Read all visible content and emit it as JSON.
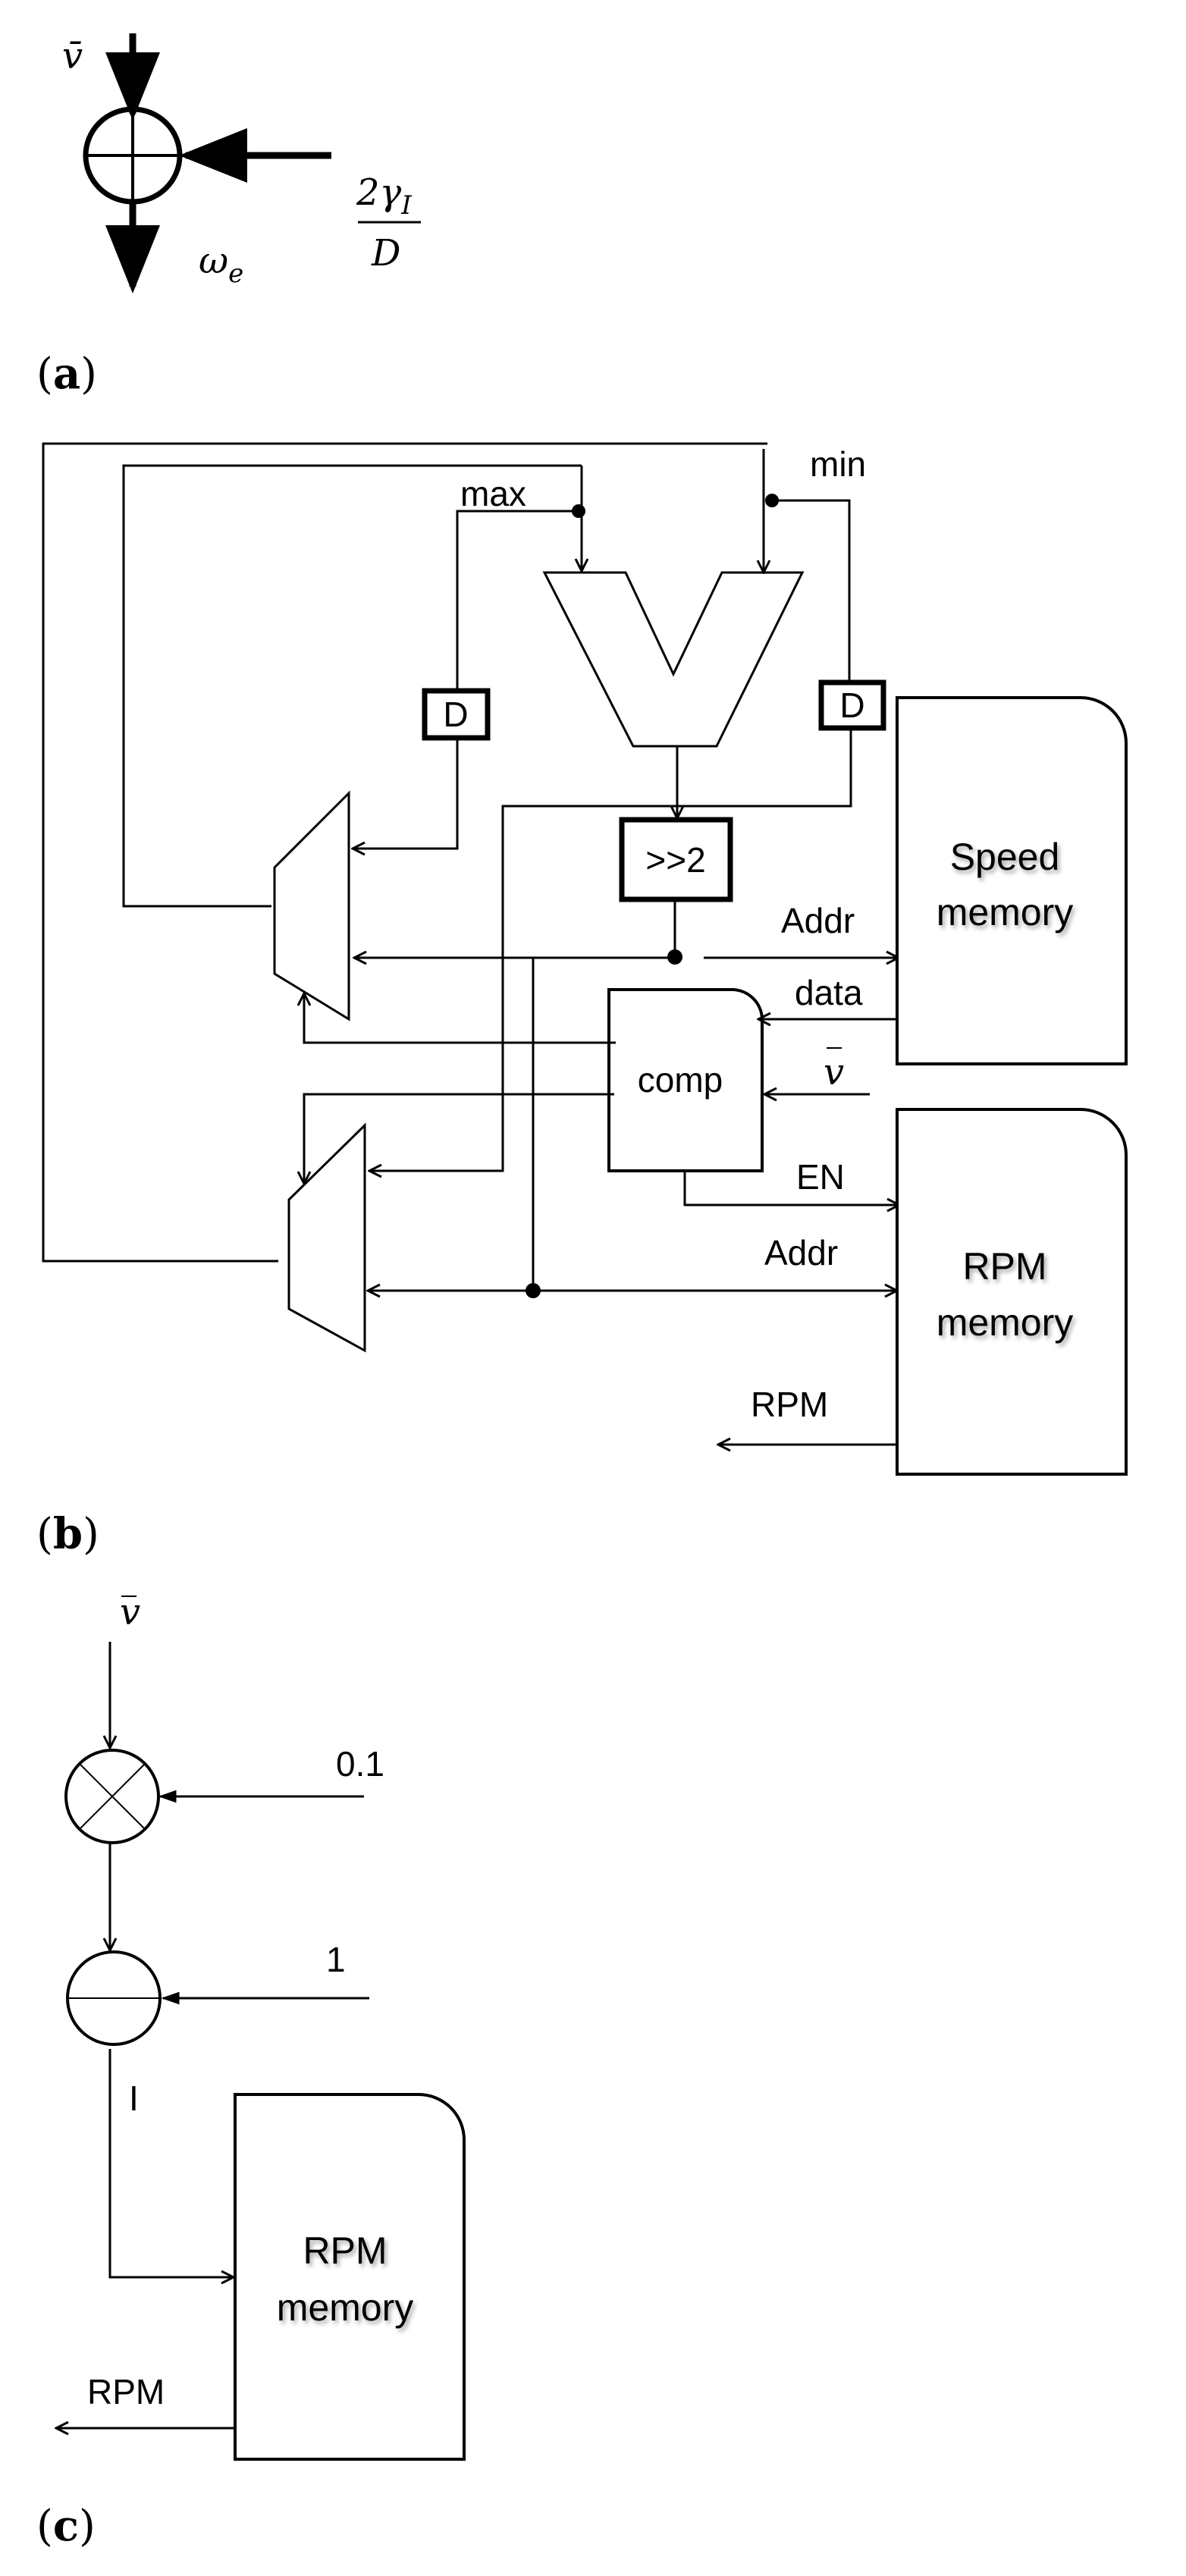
{
  "panel_a": {
    "label_open": "(",
    "label_letter": "a",
    "label_close": ")",
    "input_top": "v̄",
    "input_right_numerator_main": "2γ",
    "input_right_numerator_sub": "I",
    "input_right_denominator": "D",
    "output_main": "ω",
    "output_sub": "e"
  },
  "panel_b": {
    "label_open": "(",
    "label_letter": "b",
    "label_close": ")",
    "max_label": "max",
    "min_label": "min",
    "delay_left": "D",
    "delay_right": "D",
    "shift_label": ">>2",
    "comp_label": "comp",
    "addr_speed_label": "Addr",
    "data_label": "data",
    "vbar_label": "v",
    "en_label": "EN",
    "addr_rpm_label": "Addr",
    "rpm_out_label": "RPM",
    "speed_memory": {
      "line1": "Speed",
      "line2": "memory"
    },
    "rpm_memory": {
      "line1": "RPM",
      "line2": "memory"
    }
  },
  "panel_c": {
    "label_open": "(",
    "label_letter": "c",
    "label_close": ")",
    "vbar_label": "v",
    "multiplier_input": "0.1",
    "subtract_input": "1",
    "i_label": "I",
    "rpm_out_label": "RPM",
    "rpm_memory": {
      "line1": "RPM",
      "line2": "memory"
    }
  }
}
